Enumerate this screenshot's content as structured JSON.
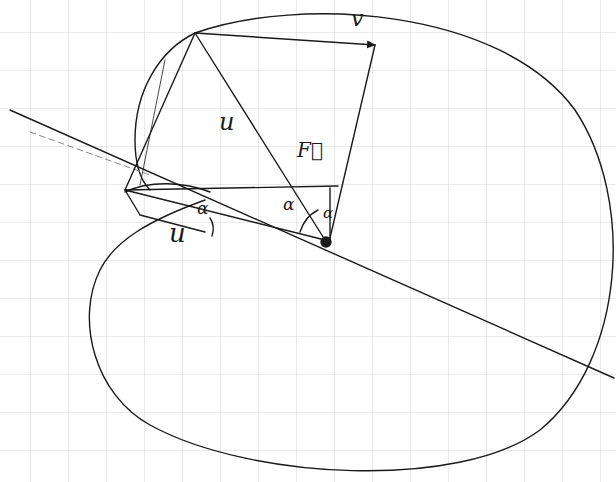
{
  "diagram": {
    "labels": [
      "v",
      "u",
      "F⃗",
      "α",
      "α",
      "α",
      "u"
    ]
  }
}
